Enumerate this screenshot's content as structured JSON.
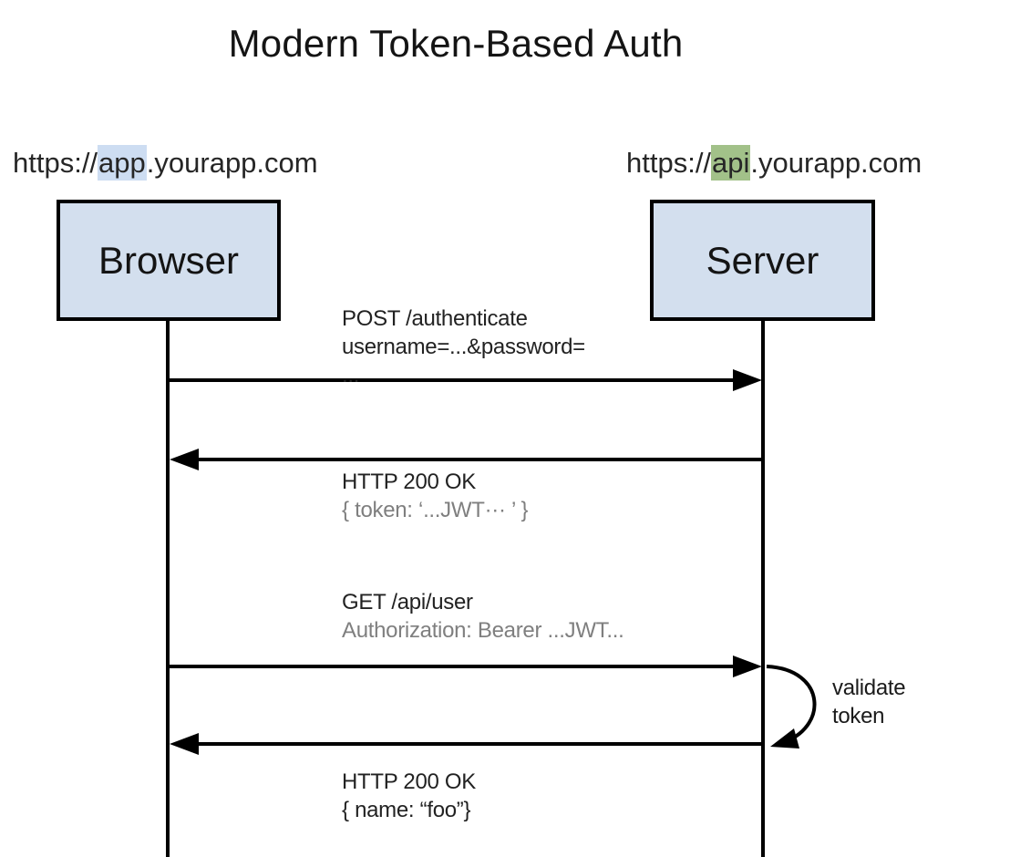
{
  "title": "Modern Token-Based Auth",
  "actors": {
    "browser": {
      "url_pre": "https://",
      "url_highlight": "app",
      "url_post": ".yourapp.com",
      "label": "Browser"
    },
    "server": {
      "url_pre": "https://",
      "url_highlight": "api",
      "url_post": ".yourapp.com",
      "label": "Server"
    }
  },
  "messages": {
    "post_auth": {
      "line1": "POST /authenticate",
      "line2": "username=...&password=",
      "line3": "..."
    },
    "token_response": {
      "line1": "HTTP 200 OK",
      "line2": "{ token: ‘...JWT··· ’ }"
    },
    "get_user": {
      "line1": "GET /api/user",
      "line2": "Authorization: Bearer ...JWT..."
    },
    "self_loop": {
      "line1": "validate",
      "line2": "token"
    },
    "final_response": {
      "line1": "HTTP 200 OK",
      "line2": "{ name: “foo”}"
    }
  },
  "colors": {
    "app_highlight": "#cdddf2",
    "api_highlight": "#a2c189",
    "box_fill": "#d3dfee",
    "muted_text": "#7f7f7f",
    "line": "#000000"
  }
}
